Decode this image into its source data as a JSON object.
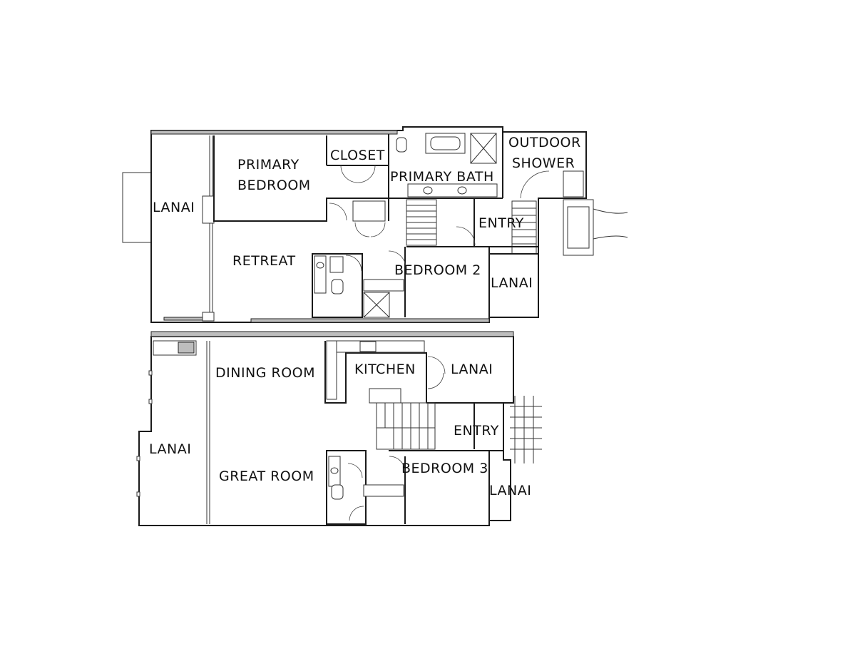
{
  "upper_floor": {
    "labels": {
      "lanai_west": "LANAI",
      "primary_bedroom_line1": "PRIMARY",
      "primary_bedroom_line2": "BEDROOM",
      "closet": "CLOSET",
      "primary_bath": "PRIMARY BATH",
      "outdoor_shower_line1": "OUTDOOR",
      "outdoor_shower_line2": "SHOWER",
      "entry": "ENTRY",
      "retreat": "RETREAT",
      "bedroom_2": "BEDROOM 2",
      "lanai_east": "LANAI"
    }
  },
  "lower_floor": {
    "labels": {
      "dining_room": "DINING ROOM",
      "kitchen": "KITCHEN",
      "lanai_northeast": "LANAI",
      "entry": "ENTRY",
      "lanai_west": "LANAI",
      "great_room": "GREAT ROOM",
      "bedroom_3": "BEDROOM 3",
      "lanai_east": "LANAI"
    }
  }
}
